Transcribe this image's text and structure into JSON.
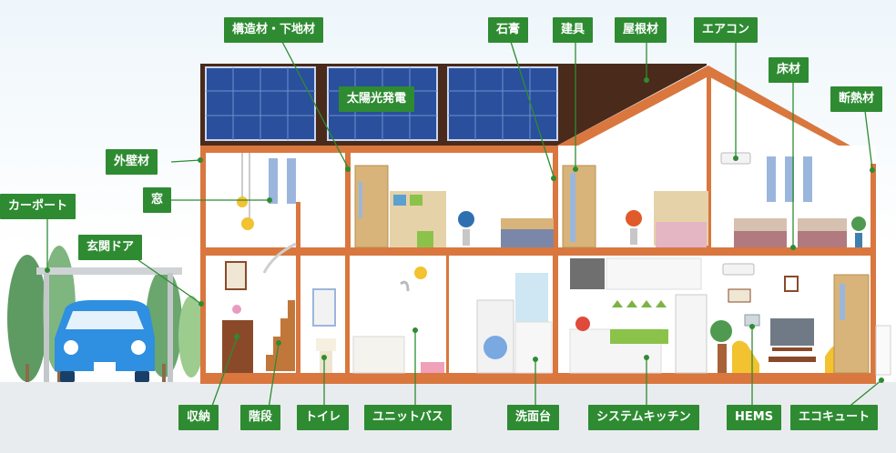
{
  "labels": {
    "structure": "構造材・下地材",
    "gypsum": "石膏",
    "fittings": "建具",
    "roofing": "屋根材",
    "aircon": "エアコン",
    "flooring": "床材",
    "insulation": "断熱材",
    "exterior_wall": "外壁材",
    "window": "窓",
    "carport": "カーポート",
    "entrance_door": "玄関ドア",
    "solar": "太陽光発電",
    "storage": "収納",
    "stairs": "階段",
    "toilet": "トイレ",
    "unit_bath": "ユニットバス",
    "washstand": "洗面台",
    "system_kitchen": "システムキッチン",
    "hems": "HEMS",
    "ecocute": "エコキュート"
  },
  "colors": {
    "label_bg": "#2e8b32",
    "frame": "#d9773f",
    "roof": "#4a2a1a",
    "solar_panel": "#2a4f9c",
    "car": "#2f8fe0",
    "tree": "#3f8f4a"
  },
  "icons": [
    "car-icon",
    "tree-icon",
    "solar-panel-icon",
    "stair-icon",
    "toilet-icon",
    "bathtub-icon",
    "washing-machine-icon",
    "bed-icon",
    "chair-icon",
    "tv-icon",
    "sofa-icon",
    "plant-icon",
    "clock-icon",
    "air-conditioner-icon",
    "pendant-lamp-icon",
    "hems-panel-icon",
    "water-heater-icon"
  ]
}
